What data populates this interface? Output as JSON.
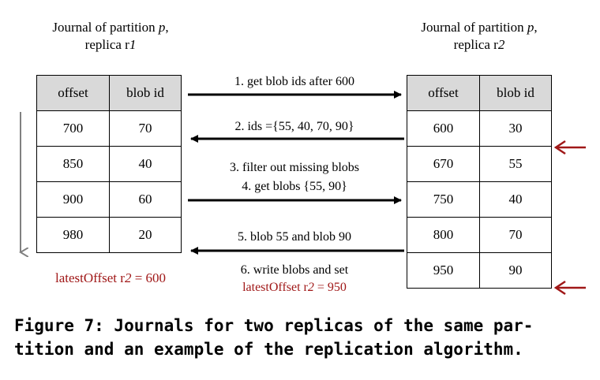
{
  "replica1": {
    "title_line1_prefix": "Journal of partition ",
    "title_line1_var": "p",
    "title_line1_suffix": ",",
    "title_line2_prefix": "replica r",
    "title_line2_var": "1",
    "columns": [
      "offset",
      "blob id"
    ],
    "rows": [
      {
        "offset": "700",
        "blob_id": "70"
      },
      {
        "offset": "850",
        "blob_id": "40"
      },
      {
        "offset": "900",
        "blob_id": "60"
      },
      {
        "offset": "980",
        "blob_id": "20"
      }
    ],
    "latest_offset_prefix": "latestOffset r",
    "latest_offset_var": "2",
    "latest_offset_suffix": " = 600"
  },
  "replica2": {
    "title_line1_prefix": "Journal of partition ",
    "title_line1_var": "p",
    "title_line1_suffix": ",",
    "title_line2_prefix": "replica r",
    "title_line2_var": "2",
    "columns": [
      "offset",
      "blob id"
    ],
    "rows": [
      {
        "offset": "600",
        "blob_id": "30"
      },
      {
        "offset": "670",
        "blob_id": "55"
      },
      {
        "offset": "750",
        "blob_id": "40"
      },
      {
        "offset": "800",
        "blob_id": "70"
      },
      {
        "offset": "950",
        "blob_id": "90"
      }
    ]
  },
  "messages": {
    "m1": "1.  get blob ids after 600",
    "m2": "2. ids ={55, 40, 70, 90}",
    "m3": "3. filter out missing blobs",
    "m4": "4. get blobs {55, 90}",
    "m5": "5. blob 55 and blob 90",
    "m6_line1": "6. write blobs and set",
    "m6_line2_prefix": "latestOffset r",
    "m6_line2_var": "2",
    "m6_line2_suffix": " = 950"
  },
  "colors": {
    "accent_red": "#a01818",
    "header_gray": "#d9d9d9",
    "scroll_arrow_gray": "#808080"
  },
  "caption": {
    "line1": "Figure 7: Journals for two replicas of the same par-",
    "line2": "tition and an example of the replication algorithm."
  }
}
